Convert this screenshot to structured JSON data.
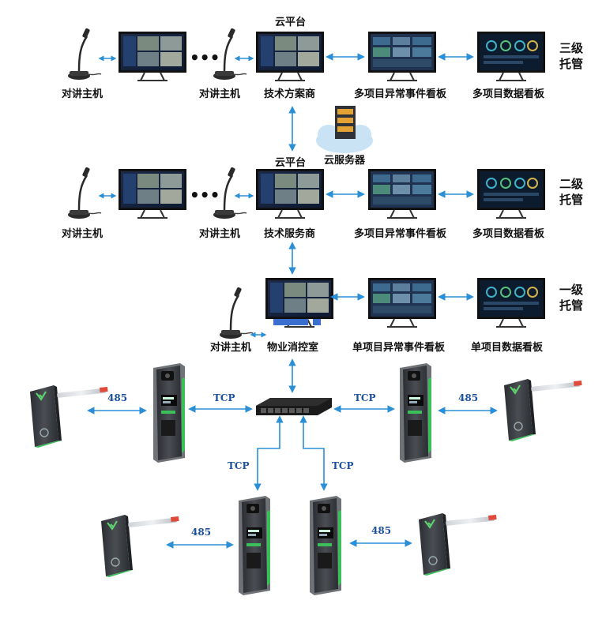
{
  "tiers": [
    {
      "level_label": [
        "三级",
        "托管"
      ],
      "platform_label": "云平台",
      "intercom_left": "对讲主机",
      "intercom_right": "对讲主机",
      "provider": "技术方案商",
      "event_board": "多项目异常事件看板",
      "data_board": "多项目数据看板"
    },
    {
      "level_label": [
        "二级",
        "托管"
      ],
      "platform_label": "云平台",
      "intercom_left": "对讲主机",
      "intercom_right": "对讲主机",
      "provider": "技术服务商",
      "event_board": "多项目异常事件看板",
      "data_board": "多项目数据看板"
    },
    {
      "level_label": [
        "一级",
        "托管"
      ],
      "intercom": "对讲主机",
      "provider": "物业消控室",
      "event_board": "单项目异常事件看板",
      "data_board": "单项目数据看板"
    }
  ],
  "cloud_server_label": "云服务器",
  "links": {
    "tcp": "TCP",
    "rs485": "485"
  },
  "colors": {
    "arrow": "#2b8fd6",
    "label": "#111111",
    "link_text": "#1a4f9c",
    "terminal_body": "#3a3d42",
    "terminal_accent": "#3bbf5a"
  }
}
